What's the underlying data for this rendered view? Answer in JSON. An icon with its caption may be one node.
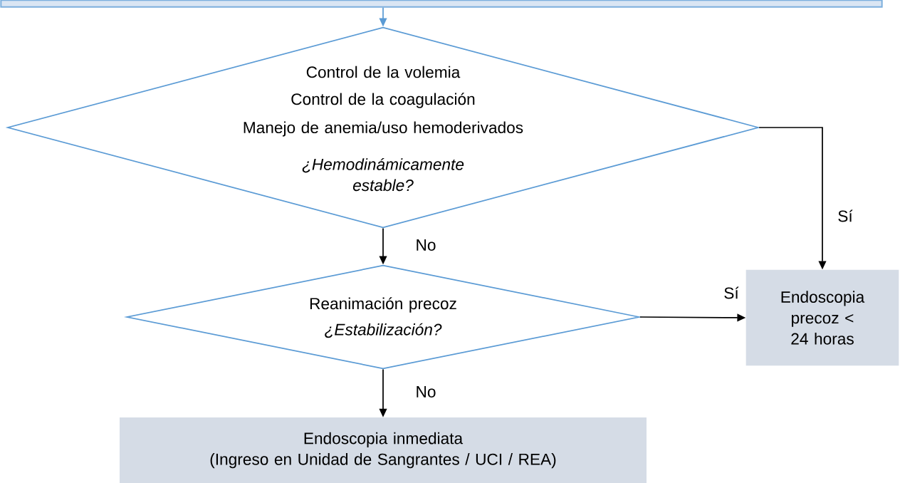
{
  "diagram": {
    "nodes": [
      {
        "text": [],
        "shape": "box"
      },
      {
        "text": [
          "Control de la volemia",
          "Control de la coagulación",
          "Manejo de anemia/uso hemoderivados",
          "¿Hemodinámicamente estable?"
        ]
      },
      {
        "text": [
          "Reanimación precoz",
          "¿Estabilización?"
        ]
      },
      {
        "text": [
          "Endoscopia precoz < 24 horas"
        ]
      },
      {
        "text": [
          "Endoscopia inmediata",
          "(Ingreso en Unidad de Sangrantes / UCI / REA)"
        ]
      }
    ],
    "edges": [
      {
        "from": 0,
        "to": 1,
        "arrow": "to",
        "color": "#5b9bd5"
      },
      {
        "from": 1,
        "to": 3,
        "arrow": "to",
        "label": "Sí"
      },
      {
        "from": 1,
        "to": 2,
        "arrow": "to",
        "label": "No"
      },
      {
        "from": 2,
        "to": 3,
        "arrow": "to",
        "label": "Sí"
      },
      {
        "from": 2,
        "to": 4,
        "arrow": "to",
        "label": "No"
      }
    ]
  }
}
